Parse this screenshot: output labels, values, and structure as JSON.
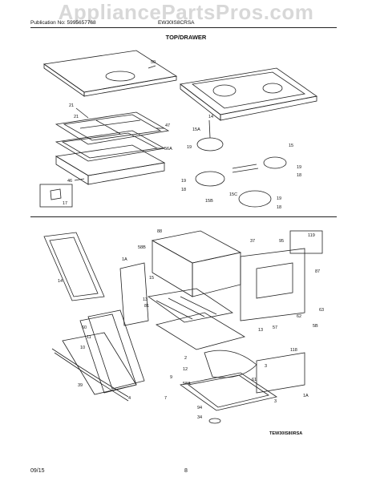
{
  "watermark": "AppliancePartsPros.com",
  "header": {
    "publication": "Publication No: 5995657768",
    "model": "EW30IS8CRSA"
  },
  "section_title": "TOP/DRAWER",
  "top_labels": {
    "l50": "50",
    "l14": "14",
    "l21a": "21",
    "l21b": "21",
    "l47": "47",
    "l56a": "56A",
    "l15a": "15A",
    "l19a": "19",
    "l15": "15",
    "l19b": "19",
    "l18a": "18",
    "l19c": "19",
    "l18b": "18",
    "l15b": "15B",
    "l15c": "15C",
    "l19d": "19",
    "l18c": "18",
    "l46": "46",
    "l17": "17"
  },
  "bottom_labels": {
    "l88": "88",
    "l58b": "58B",
    "l1a": "1A",
    "l15": "15",
    "l37": "37",
    "l95": "95",
    "l119": "119",
    "l14": "14",
    "l87": "87",
    "l13a": "13",
    "l81": "81",
    "l63": "63",
    "l62": "62",
    "l5b": "5B",
    "l57": "57",
    "l60": "60",
    "l11": "11",
    "l10": "10",
    "l13b": "13",
    "l118": "118",
    "l2": "2",
    "l39": "39",
    "l9": "9",
    "l12": "12",
    "l58a": "58A",
    "l7": "7",
    "l4": "4",
    "l1a2": "1A",
    "l3": "3",
    "l94": "94",
    "l34": "34",
    "l61": "61",
    "l3b": "3"
  },
  "diagram_code": "TEW30IS80RSA",
  "footer": {
    "date": "09/15",
    "page": "8"
  }
}
